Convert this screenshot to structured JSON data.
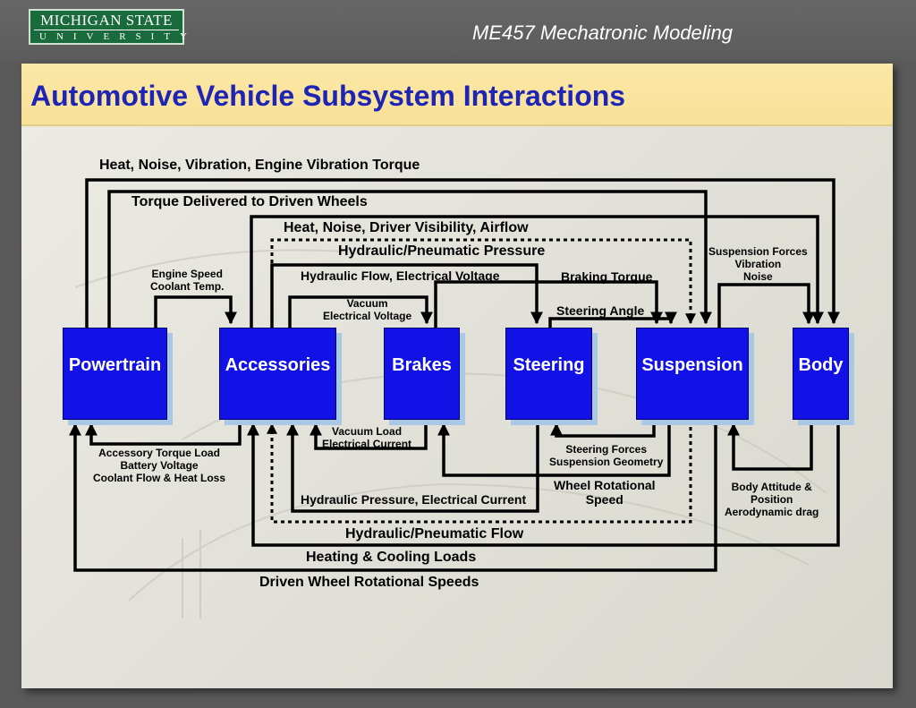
{
  "header": {
    "logo_line1": "MICHIGAN STATE",
    "logo_line2": "UNIVERSITY",
    "course": "ME457 Mechatronic Modeling"
  },
  "slide": {
    "title": "Automotive Vehicle Subsystem Interactions"
  },
  "blocks": {
    "powertrain": "Powertrain",
    "accessories": "Accessories",
    "brakes": "Brakes",
    "steering": "Steering",
    "suspension": "Suspension",
    "body": "Body"
  },
  "labels": {
    "heat_noise_vibration": "Heat, Noise, Vibration, Engine Vibration Torque",
    "torque_delivered": "Torque Delivered to Driven Wheels",
    "heat_noise_visibility": "Heat, Noise, Driver Visibility, Airflow",
    "hydraulic_pressure": "Hydraulic/Pneumatic Pressure",
    "engine_speed_1": "Engine Speed",
    "engine_speed_2": "Coolant Temp.",
    "hydraulic_flow_voltage": "Hydraulic Flow, Electrical Voltage",
    "braking_torque": "Braking Torque",
    "susp_forces_1": "Suspension Forces",
    "susp_forces_2": "Vibration",
    "susp_forces_3": "Noise",
    "vacuum_1": "Vacuum",
    "vacuum_2": "Electrical Voltage",
    "steering_angle": "Steering Angle",
    "vacuum_load_1": "Vacuum Load",
    "vacuum_load_2": "Electrical Current",
    "acc_torque_1": "Accessory Torque Load",
    "acc_torque_2": "Battery Voltage",
    "acc_torque_3": "Coolant Flow & Heat Loss",
    "steering_forces_1": "Steering Forces",
    "steering_forces_2": "Suspension Geometry",
    "wheel_rot_1": "Wheel Rotational",
    "wheel_rot_2": "Speed",
    "body_att_1": "Body Attitude &",
    "body_att_2": "Position",
    "body_att_3": "Aerodynamic drag",
    "hydraulic_pressure_current": "Hydraulic Pressure, Electrical Current",
    "hydraulic_flow": "Hydraulic/Pneumatic Flow",
    "heating_cooling": "Heating & Cooling Loads",
    "driven_wheel_speeds": "Driven Wheel Rotational Speeds"
  }
}
